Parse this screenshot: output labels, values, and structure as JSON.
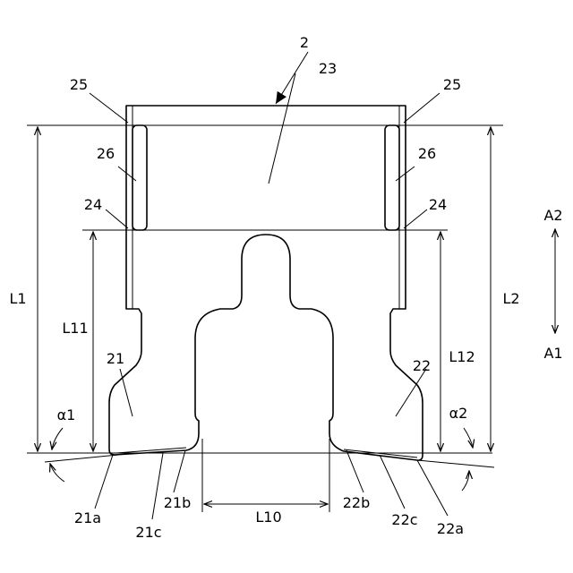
{
  "figure": {
    "labels": {
      "part_2": "2",
      "part_23": "23",
      "part_25_left": "25",
      "part_25_right": "25",
      "part_26_left": "26",
      "part_26_right": "26",
      "part_24_left": "24",
      "part_24_right": "24",
      "part_21": "21",
      "part_22": "22",
      "part_21a": "21a",
      "part_21b": "21b",
      "part_21c": "21c",
      "part_22a": "22a",
      "part_22b": "22b",
      "part_22c": "22c",
      "dim_L1": "L1",
      "dim_L2": "L2",
      "dim_L11": "L11",
      "dim_L12": "L12",
      "dim_L10": "L10",
      "angle_alpha1": "α1",
      "angle_alpha2": "α2",
      "direction_A2": "A2",
      "direction_A1": "A1"
    }
  }
}
